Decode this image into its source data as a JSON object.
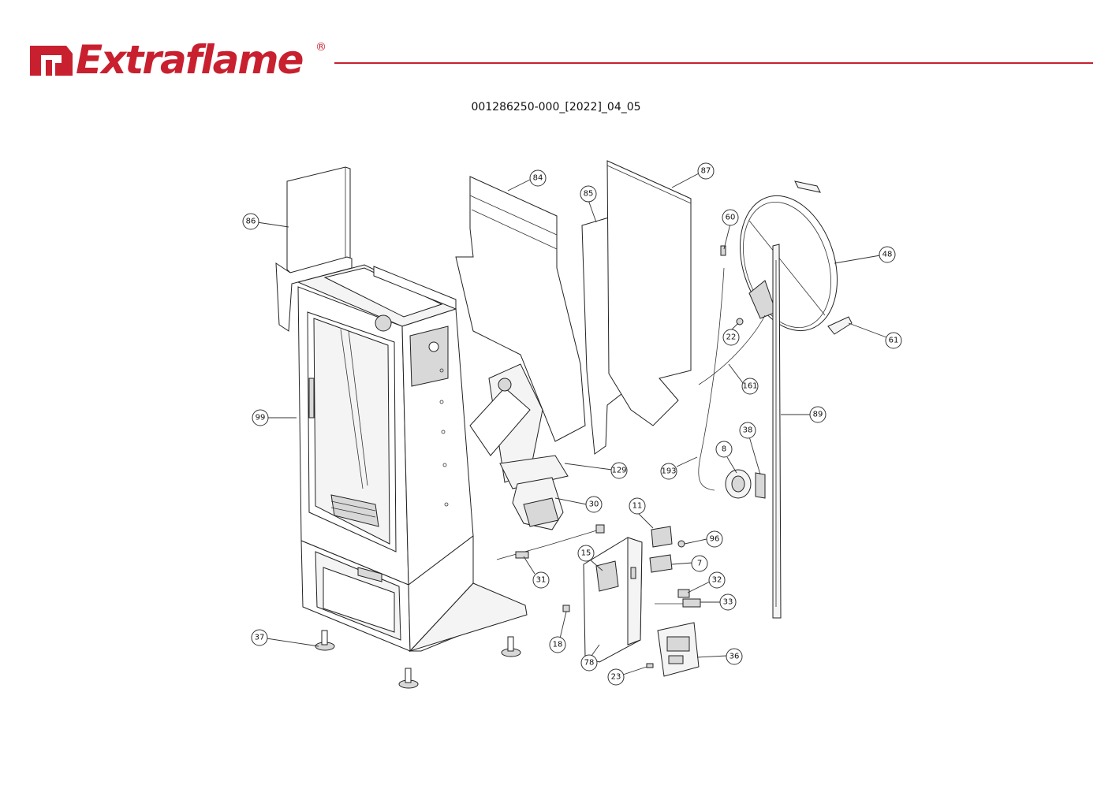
{
  "brand": {
    "name": "Extraflame",
    "registered_mark": "®",
    "color": "#c8202f"
  },
  "document": {
    "code": "001286250-000_[2022]_04_05"
  },
  "callouts": [
    "86",
    "84",
    "85",
    "87",
    "60",
    "48",
    "22",
    "61",
    "161",
    "99",
    "89",
    "38",
    "8",
    "193",
    "129",
    "30",
    "11",
    "96",
    "15",
    "7",
    "31",
    "32",
    "33",
    "37",
    "18",
    "36",
    "78",
    "23"
  ]
}
